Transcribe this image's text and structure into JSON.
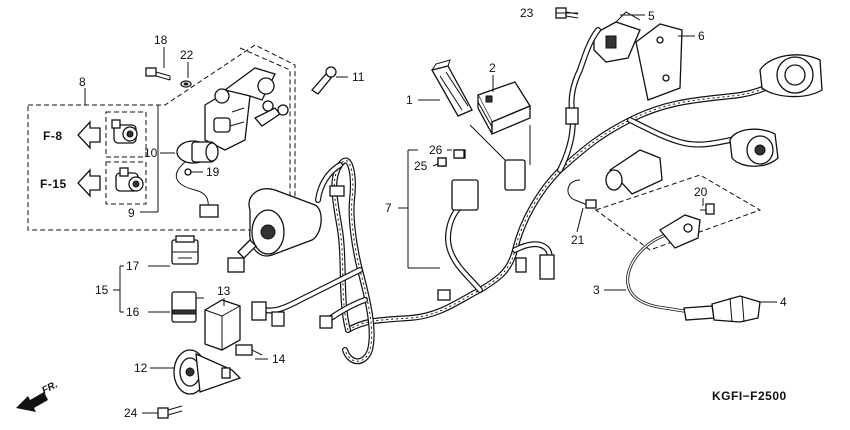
{
  "diagram": {
    "code": "KGFI−F2500",
    "front_label": "FR.",
    "ref_labels": {
      "f8": "F-8",
      "f15": "F-15"
    },
    "callouts": {
      "c1": "1",
      "c2": "2",
      "c3": "3",
      "c4": "4",
      "c5": "5",
      "c6": "6",
      "c7": "7",
      "c8": "8",
      "c9": "9",
      "c10": "10",
      "c11": "11",
      "c12": "12",
      "c13": "13",
      "c14": "14",
      "c15": "15",
      "c16": "16",
      "c17": "17",
      "c18": "18",
      "c19": "19",
      "c20": "20",
      "c21": "21",
      "c22": "22",
      "c23": "23",
      "c24": "24",
      "c25": "25",
      "c26": "26"
    }
  }
}
